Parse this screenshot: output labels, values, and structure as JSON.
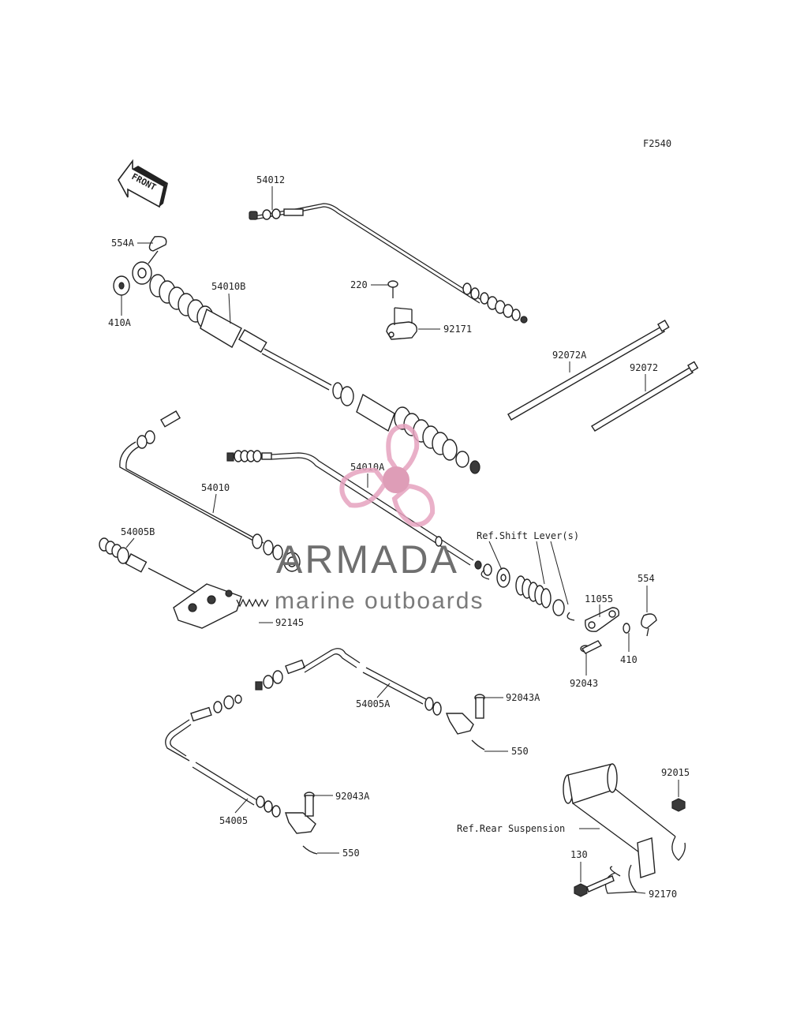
{
  "figure_code": "F2540",
  "front_arrow_label": "FRONT",
  "watermark": {
    "brand": "ARMADA",
    "tagline": "marine outboards",
    "colors": {
      "pink": "#e6a3bf",
      "hub": "#d98cab",
      "text": "#6f6f6f"
    }
  },
  "parts": {
    "p54012": "54012",
    "p554A": "554A",
    "p410A": "410A",
    "p54010B": "54010B",
    "p220": "220",
    "p92171": "92171",
    "p92072A": "92072A",
    "p92072": "92072",
    "p54010A": "54010A",
    "p54010": "54010",
    "p54005B": "54005B",
    "p92145": "92145",
    "p554": "554",
    "p11055": "11055",
    "p410": "410",
    "p92043": "92043",
    "p54005A": "54005A",
    "p92043A_top": "92043A",
    "p550_top": "550",
    "p92015": "92015",
    "p54005": "54005",
    "p92043A_bottom": "92043A",
    "p550_bottom": "550",
    "p130": "130",
    "p92170": "92170"
  },
  "references": {
    "shift_lever": "Ref.Shift Lever(s)",
    "rear_suspension": "Ref.Rear Suspension"
  }
}
